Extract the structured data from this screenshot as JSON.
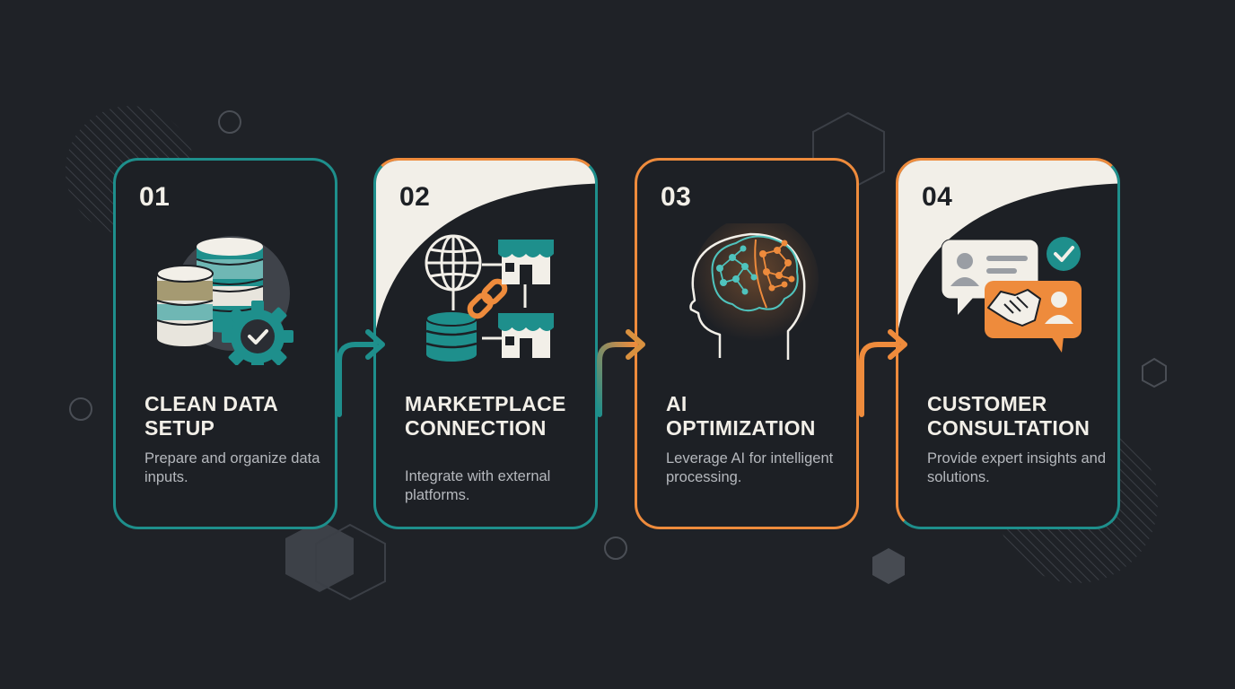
{
  "steps": [
    {
      "number": "01",
      "title": "CLEAN DATA\nSETUP",
      "description": "Prepare and organize data inputs.",
      "accent": "#1e8f8c"
    },
    {
      "number": "02",
      "title": "MARKETPLACE\nCONNECTION",
      "description": "Integrate with external platforms.",
      "accent": "#1e8f8c"
    },
    {
      "number": "03",
      "title": "AI\nOPTIMIZATION",
      "description": "Leverage AI for intelligent processing.",
      "accent": "#ee8b3c"
    },
    {
      "number": "04",
      "title": "CUSTOMER\nCONSULTATION",
      "description": "Provide expert insights and solutions.",
      "accent": "#ee8b3c"
    }
  ],
  "colors": {
    "background": "#1f2227",
    "teal": "#1e8f8c",
    "orange": "#ee8b3c",
    "cream": "#f2efe8",
    "text_muted": "#b5b8bd"
  },
  "icons": [
    "database-gear-icon",
    "globe-link-store-icon",
    "brain-head-icon",
    "handshake-chat-icon"
  ]
}
